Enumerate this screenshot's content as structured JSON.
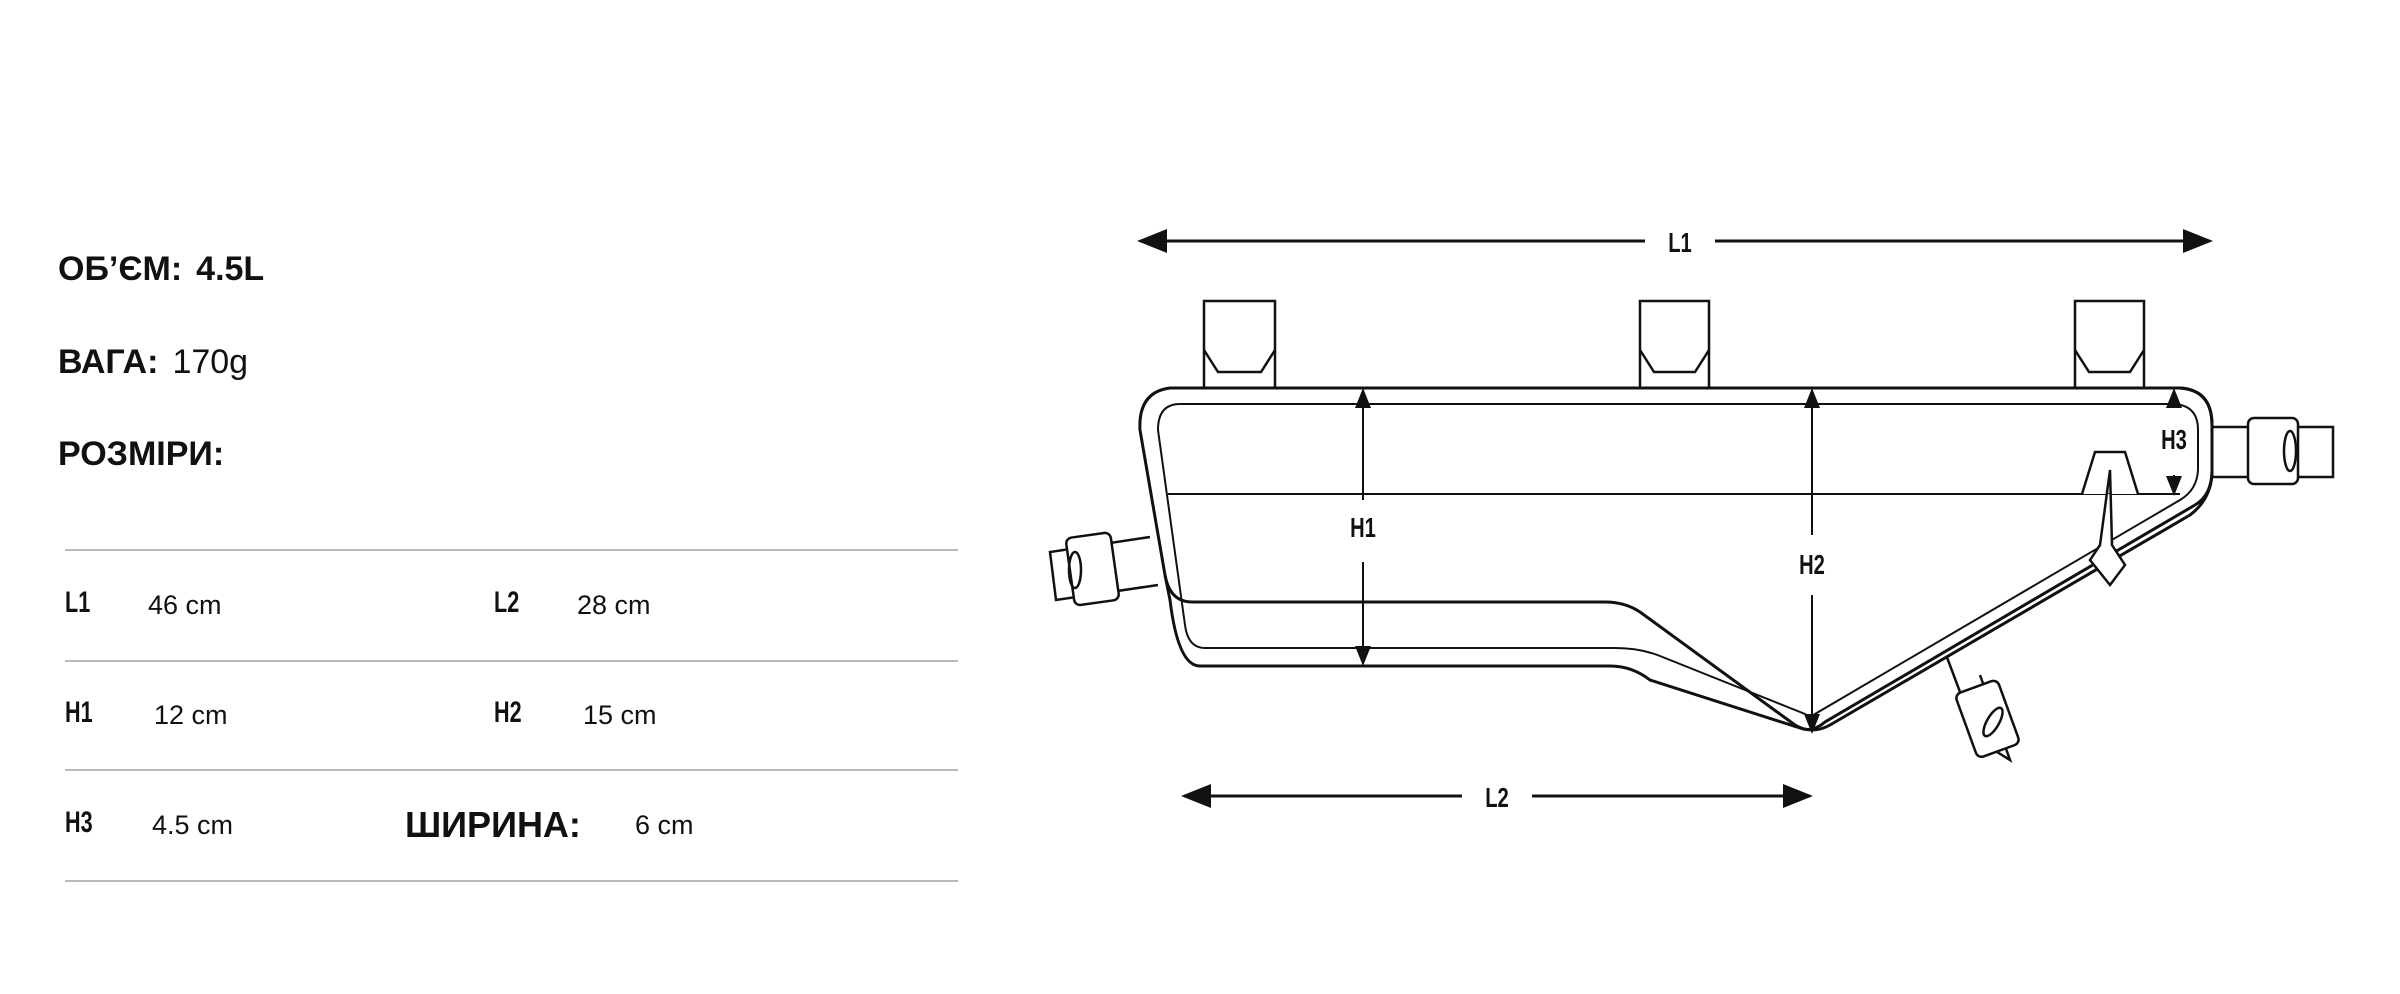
{
  "specs": {
    "volume": {
      "label": "ОБ’ЄМ:",
      "value": "4.5L"
    },
    "weight": {
      "label": "ВАГА:",
      "value": "170g"
    },
    "dimensions_heading": "РОЗМІРИ:"
  },
  "dimensions_table": [
    [
      {
        "label": "L1",
        "value": "46 cm"
      },
      {
        "label": "L2",
        "value": "28 cm"
      }
    ],
    [
      {
        "label": "H1",
        "value": "12 cm"
      },
      {
        "label": "H2",
        "value": "15 cm"
      }
    ],
    [
      {
        "label": "H3",
        "value": "4.5 cm"
      },
      {
        "label": "ШИРИНА:",
        "value": "6 cm"
      }
    ]
  ],
  "diagram": {
    "labels": {
      "L1": "L1",
      "L2": "L2",
      "H1": "H1",
      "H2": "H2",
      "H3": "H3"
    },
    "line_color": "#111111"
  }
}
